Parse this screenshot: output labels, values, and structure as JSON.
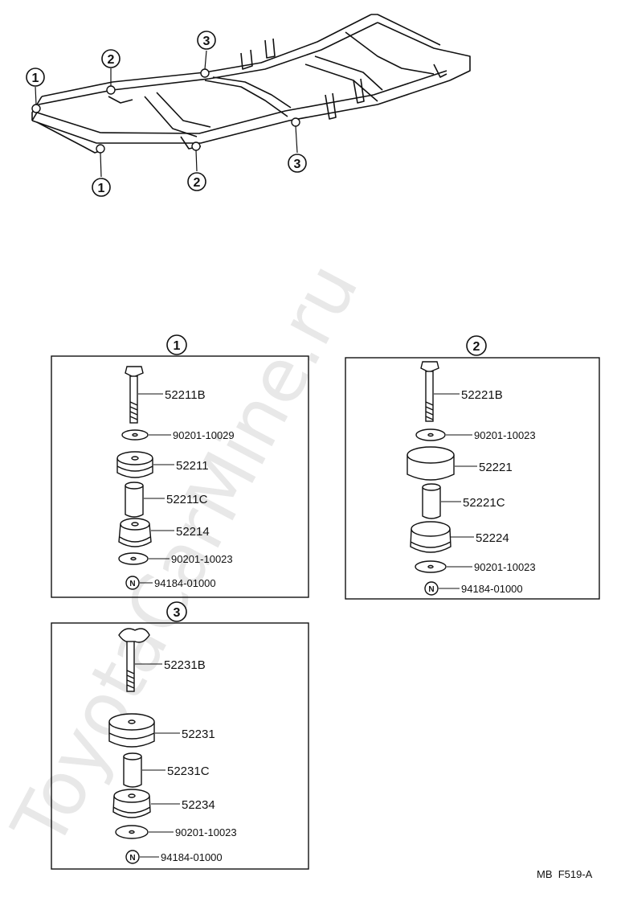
{
  "watermark": "ToyotaCarMine.ru",
  "reference_code": "MB  F519-A",
  "frame_callouts": [
    "1",
    "2",
    "3",
    "1",
    "2",
    "3"
  ],
  "panels": [
    {
      "callout": "1",
      "parts": {
        "bolt": "52211B",
        "upper_washer": "90201-10029",
        "upper_cushion": "52211",
        "collar": "52211C",
        "lower_cushion": "52214",
        "lower_washer": "90201-10023",
        "nut": "94184-01000"
      }
    },
    {
      "callout": "2",
      "parts": {
        "bolt": "52221B",
        "upper_washer": "90201-10023",
        "upper_cushion": "52221",
        "collar": "52221C",
        "lower_cushion": "52224",
        "lower_washer": "90201-10023",
        "nut": "94184-01000"
      }
    },
    {
      "callout": "3",
      "parts": {
        "bolt": "52231B",
        "upper_cushion": "52231",
        "collar": "52231C",
        "lower_cushion": "52234",
        "lower_washer": "90201-10023",
        "nut": "94184-01000"
      }
    }
  ],
  "nut_symbol": "N"
}
